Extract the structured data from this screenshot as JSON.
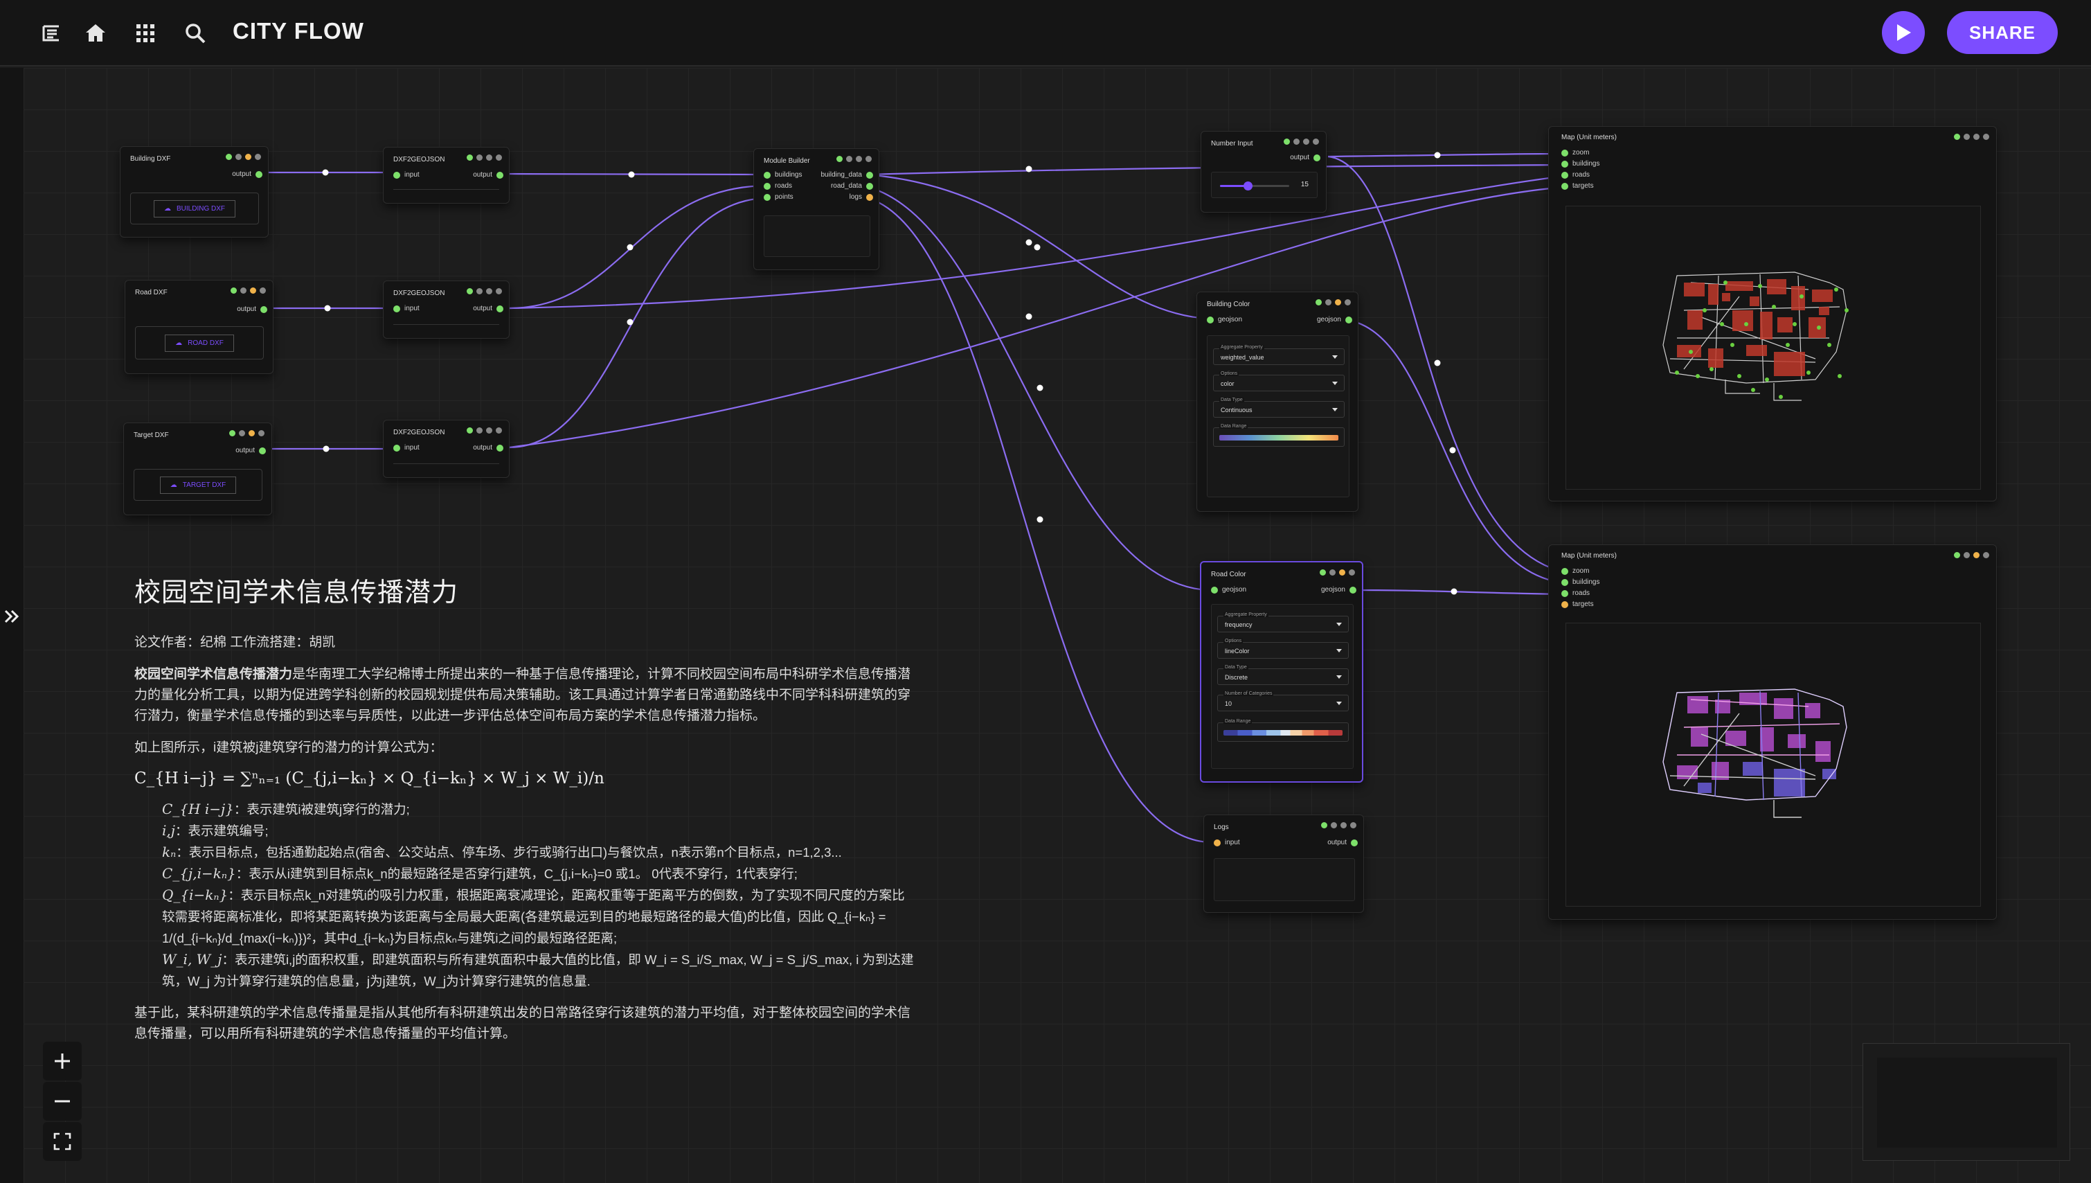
{
  "app": {
    "title": "CITY FLOW",
    "share_label": "SHARE"
  },
  "colors": {
    "accent": "#7c4dff",
    "port": "#7de06a",
    "port_alt": "#f0b24a",
    "edge": "#8b6cf0"
  },
  "nodes": {
    "building_dxf": {
      "title": "Building DXF",
      "output": "output",
      "upload": "BUILDING DXF"
    },
    "road_dxf": {
      "title": "Road DXF",
      "output": "output",
      "upload": "ROAD DXF"
    },
    "target_dxf": {
      "title": "Target DXF",
      "output": "output",
      "upload": "TARGET DXF"
    },
    "dxf2geojson_1": {
      "title": "DXF2GEOJSON",
      "input": "input",
      "output": "output"
    },
    "dxf2geojson_2": {
      "title": "DXF2GEOJSON",
      "input": "input",
      "output": "output"
    },
    "dxf2geojson_3": {
      "title": "DXF2GEOJSON",
      "input": "input",
      "output": "output"
    },
    "module_builder": {
      "title": "Module Builder",
      "inputs": [
        "buildings",
        "roads",
        "points"
      ],
      "outputs": [
        "building_data",
        "road_data",
        "logs"
      ]
    },
    "number_input": {
      "title": "Number Input",
      "output": "output",
      "value": "15",
      "slider": 0.4
    },
    "building_color": {
      "title": "Building Color",
      "input": "geojson",
      "output": "geojson",
      "fields": [
        {
          "label": "Aggregate Property",
          "value": "weighted_value"
        },
        {
          "label": "Options",
          "value": "color"
        },
        {
          "label": "Data Type",
          "value": "Continuous"
        }
      ],
      "range_label": "Data Range"
    },
    "road_color": {
      "title": "Road Color",
      "input": "geojson",
      "output": "geojson",
      "fields": [
        {
          "label": "Aggregate Property",
          "value": "frequency"
        },
        {
          "label": "Options",
          "value": "lineColor"
        },
        {
          "label": "Data Type",
          "value": "Discrete"
        },
        {
          "label": "Number of Categories",
          "value": "10"
        }
      ],
      "range_label": "Data Range"
    },
    "logs": {
      "title": "Logs",
      "input": "input",
      "output": "output"
    },
    "map1": {
      "title": "Map (Unit meters)",
      "inputs": [
        "zoom",
        "buildings",
        "roads",
        "targets"
      ]
    },
    "map2": {
      "title": "Map (Unit meters)",
      "inputs": [
        "zoom",
        "buildings",
        "roads",
        "targets"
      ]
    }
  },
  "doc": {
    "title": "校园空间学术信息传播潜力",
    "authors": "论文作者：纪棉 工作流搭建：胡凯",
    "intro_bold": "校园空间学术信息传播潜力",
    "intro_rest": "是华南理工大学纪棉博士所提出来的一种基于信息传播理论，计算不同校园空间布局中科研学术信息传播潜力的量化分析工具，以期为促进跨学科创新的校园规划提供布局决策辅助。该工具通过计算学者日常通勤路线中不同学科科研建筑的穿行潜力，衡量学术信息传播的到达率与异质性，以此进一步评估总体空间布局方案的学术信息传播潜力指标。",
    "formula_intro": "如上图所示，i建筑被j建筑穿行的潜力的计算公式为：",
    "formula": "C_{H i−j} = ∑ⁿₙ₌₁ (C_{j,i−kₙ} × Q_{i−kₙ} × W_j × W_i)/n",
    "defs": [
      {
        "sym": "C_{H i−j}",
        "text": "：表示建筑i被建筑j穿行的潜力;"
      },
      {
        "sym": "i,j",
        "text": "：表示建筑编号;"
      },
      {
        "sym": "kₙ",
        "text": "：表示目标点，包括通勤起始点(宿舍、公交站点、停车场、步行或骑行出口)与餐饮点，n表示第n个目标点，n=1,2,3..."
      },
      {
        "sym": "C_{j,i−kₙ}",
        "text": "：表示从i建筑到目标点k_n的最短路径是否穿行j建筑，C_{j,i−kₙ}=0 或1。 0代表不穿行，1代表穿行;"
      },
      {
        "sym": "Q_{i−kₙ}",
        "text": "：表示目标点k_n对建筑i的吸引力权重，根据距离衰减理论，距离权重等于距离平方的倒数，为了实现不同尺度的方案比较需要将距离标准化，即将某距离转换为该距离与全局最大距离(各建筑最远到目的地最短路径的最大值)的比值，因此 Q_{i−kₙ} = 1/(d_{i−kₙ}/d_{max(i−kₙ)})²，其中d_{i−kₙ}为目标点kₙ与建筑i之间的最短路径距离;"
      },
      {
        "sym": "W_i, W_j",
        "text": "：表示建筑i,j的面积权重，即建筑面积与所有建筑面积中最大值的比值，即 W_i = S_i/S_max, W_j = S_j/S_max, i 为到达建筑，W_j 为计算穿行建筑的信息量，j为j建筑，W_j为计算穿行建筑的信息量."
      }
    ],
    "conclusion": "基于此，某科研建筑的学术信息传播量是指从其他所有科研建筑出发的日常路径穿行该建筑的潜力平均值，对于整体校园空间的学术信息传播量，可以用所有科研建筑的学术信息传播量的平均值计算。"
  }
}
